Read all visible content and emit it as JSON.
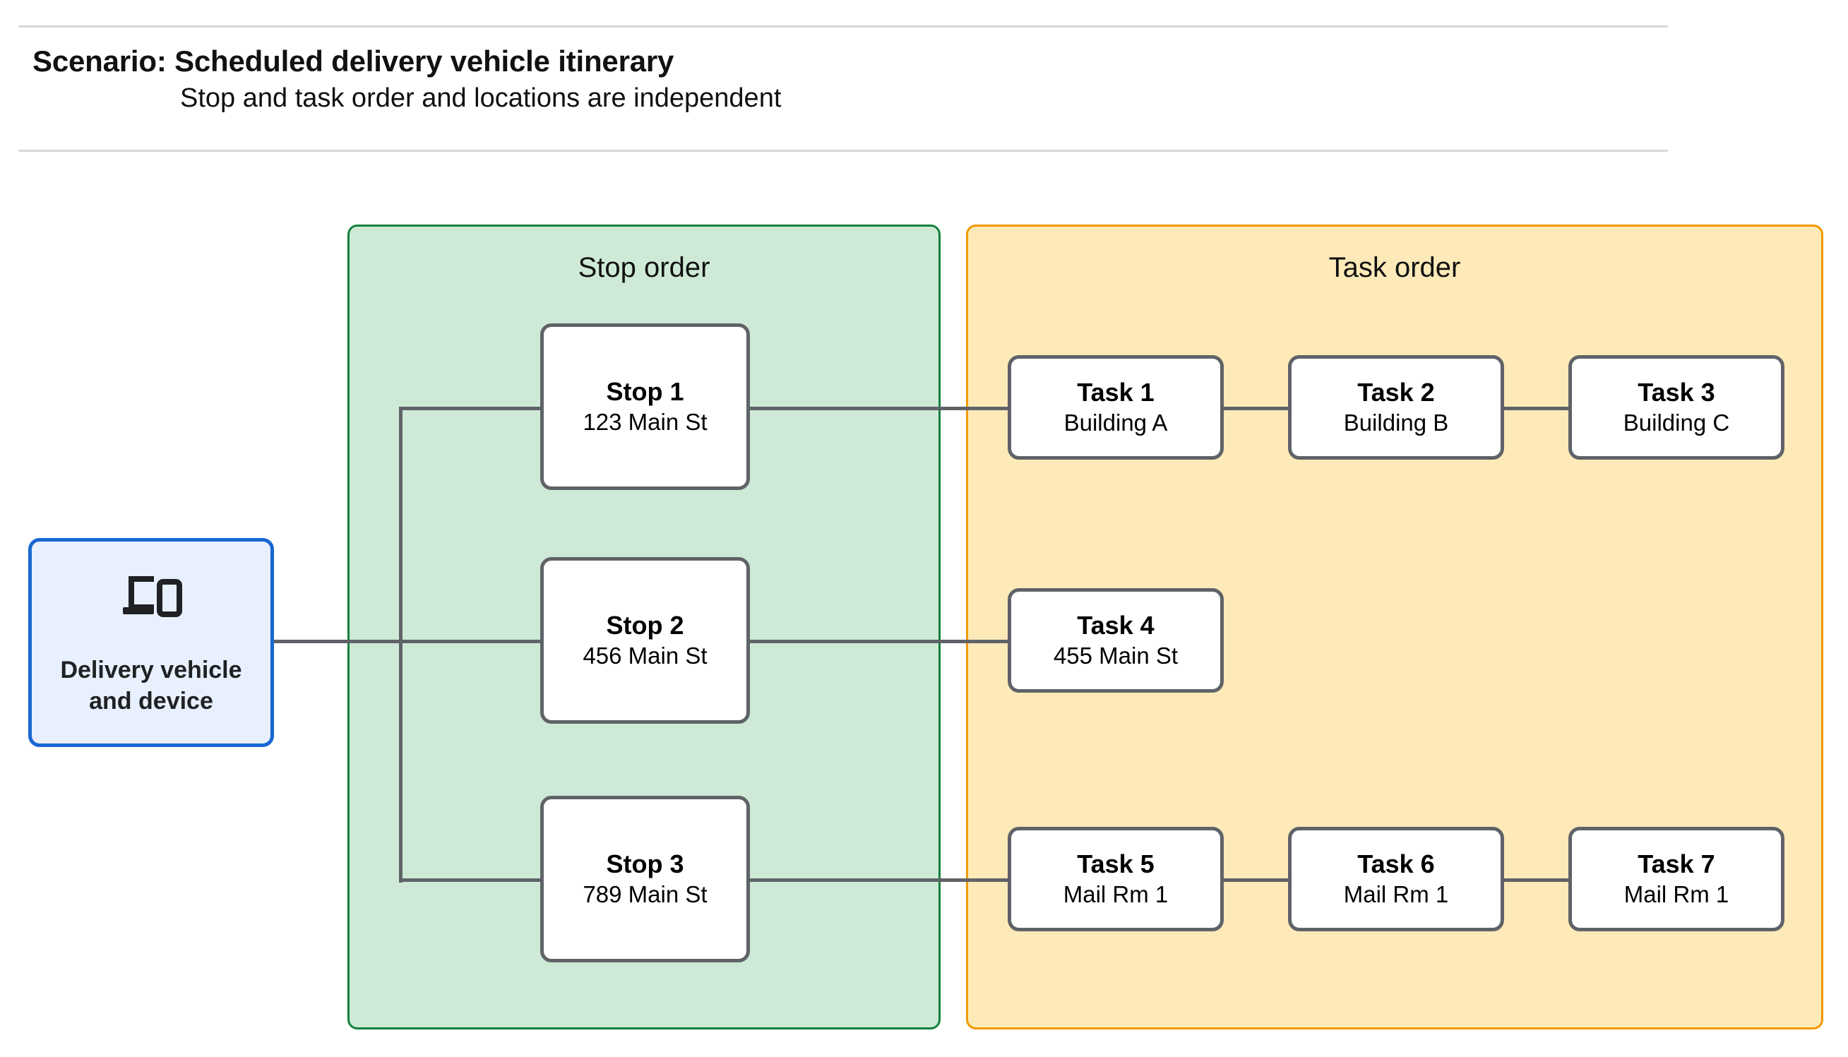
{
  "header": {
    "title": "Scenario: Scheduled delivery vehicle itinerary",
    "subtitle": "Stop and task order and locations are independent"
  },
  "vehicle": {
    "icon": "devices-icon",
    "label_line1": "Delivery vehicle",
    "label_line2": "and device"
  },
  "panels": {
    "stop": {
      "title": "Stop order",
      "fill": "#ceead6",
      "border": "#15803d"
    },
    "task": {
      "title": "Task order",
      "fill": "#fdeab8",
      "border": "#f29900"
    }
  },
  "stops": [
    {
      "name": "Stop 1",
      "location": "123 Main St"
    },
    {
      "name": "Stop 2",
      "location": "456 Main St"
    },
    {
      "name": "Stop 3",
      "location": "789 Main St"
    }
  ],
  "task_rows": [
    {
      "tasks": [
        {
          "name": "Task 1",
          "location": "Building A"
        },
        {
          "name": "Task 2",
          "location": "Building B"
        },
        {
          "name": "Task 3",
          "location": "Building C"
        }
      ]
    },
    {
      "tasks": [
        {
          "name": "Task 4",
          "location": "455 Main St"
        }
      ]
    },
    {
      "tasks": [
        {
          "name": "Task 5",
          "location": "Mail Rm 1"
        },
        {
          "name": "Task 6",
          "location": "Mail Rm 1"
        },
        {
          "name": "Task 7",
          "location": "Mail Rm 1"
        }
      ]
    }
  ],
  "colors": {
    "connector": "#5f6368",
    "card_border": "#5f6368",
    "vehicle_border": "#1967d2",
    "vehicle_fill": "#e8f0fe",
    "rule": "#d8d8d8"
  }
}
